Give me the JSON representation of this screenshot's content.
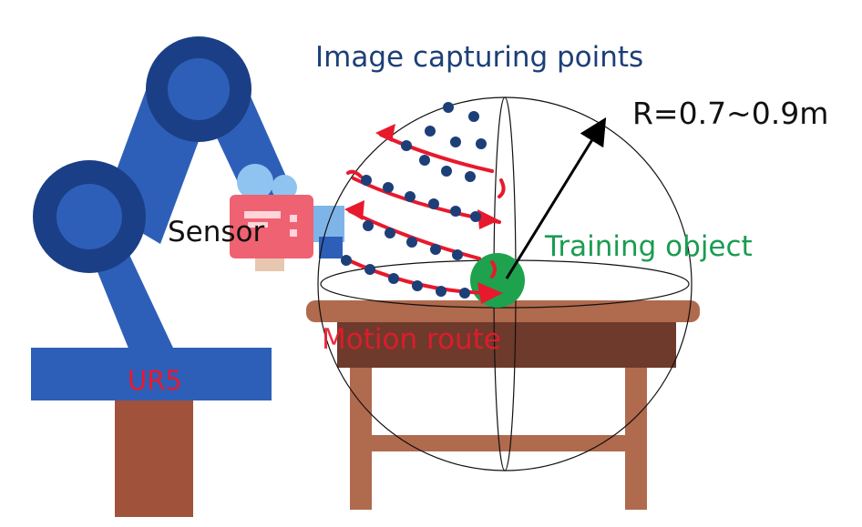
{
  "labels": {
    "image_capturing_points": "Image capturing points",
    "radius": "R=0.7~0.9m",
    "sensor": "Sensor",
    "training_object": "Training object",
    "motion_route": "Motion route",
    "robot": "UR5"
  },
  "colors": {
    "robot_blue": "#2e5fb8",
    "robot_dark": "#1b3f86",
    "table_brown": "#b06a4e",
    "table_dark": "#6e3a2c",
    "route_red": "#e8192c",
    "point_navy": "#1d3f78",
    "object_green": "#1ea24e",
    "sensor_pink": "#ef6272"
  },
  "icons": [
    "robot-arm-icon",
    "camera-sensor-icon",
    "table-icon",
    "sphere-icon",
    "training-object-icon",
    "radius-arrow-icon"
  ]
}
